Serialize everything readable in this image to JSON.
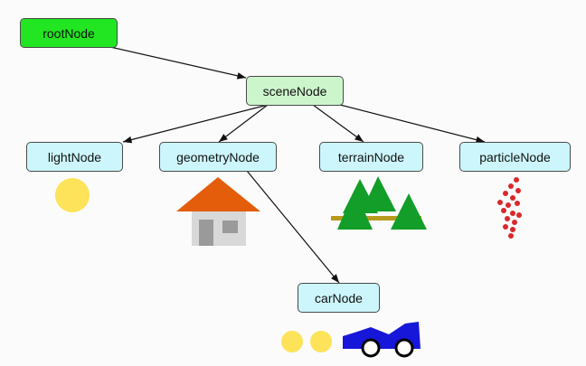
{
  "colors": {
    "root_fill": "#22e622",
    "scene_fill": "#ccf5cc",
    "leaf_fill": "#ccf6fb",
    "edge": "#111111"
  },
  "nodes": {
    "root": {
      "label": "rootNode"
    },
    "scene": {
      "label": "sceneNode"
    },
    "light": {
      "label": "lightNode"
    },
    "geometry": {
      "label": "geometryNode"
    },
    "terrain": {
      "label": "terrainNode"
    },
    "particle": {
      "label": "particleNode"
    },
    "car": {
      "label": "carNode"
    }
  },
  "edges": [
    {
      "from": "rootNode",
      "to": "sceneNode"
    },
    {
      "from": "sceneNode",
      "to": "lightNode"
    },
    {
      "from": "sceneNode",
      "to": "geometryNode"
    },
    {
      "from": "sceneNode",
      "to": "terrainNode"
    },
    {
      "from": "sceneNode",
      "to": "particleNode"
    },
    {
      "from": "geometryNode",
      "to": "carNode"
    }
  ],
  "illustrations": [
    "sun-icon",
    "house-icon",
    "trees-icon",
    "particles-icon",
    "wheels-icon",
    "race-car-icon"
  ]
}
